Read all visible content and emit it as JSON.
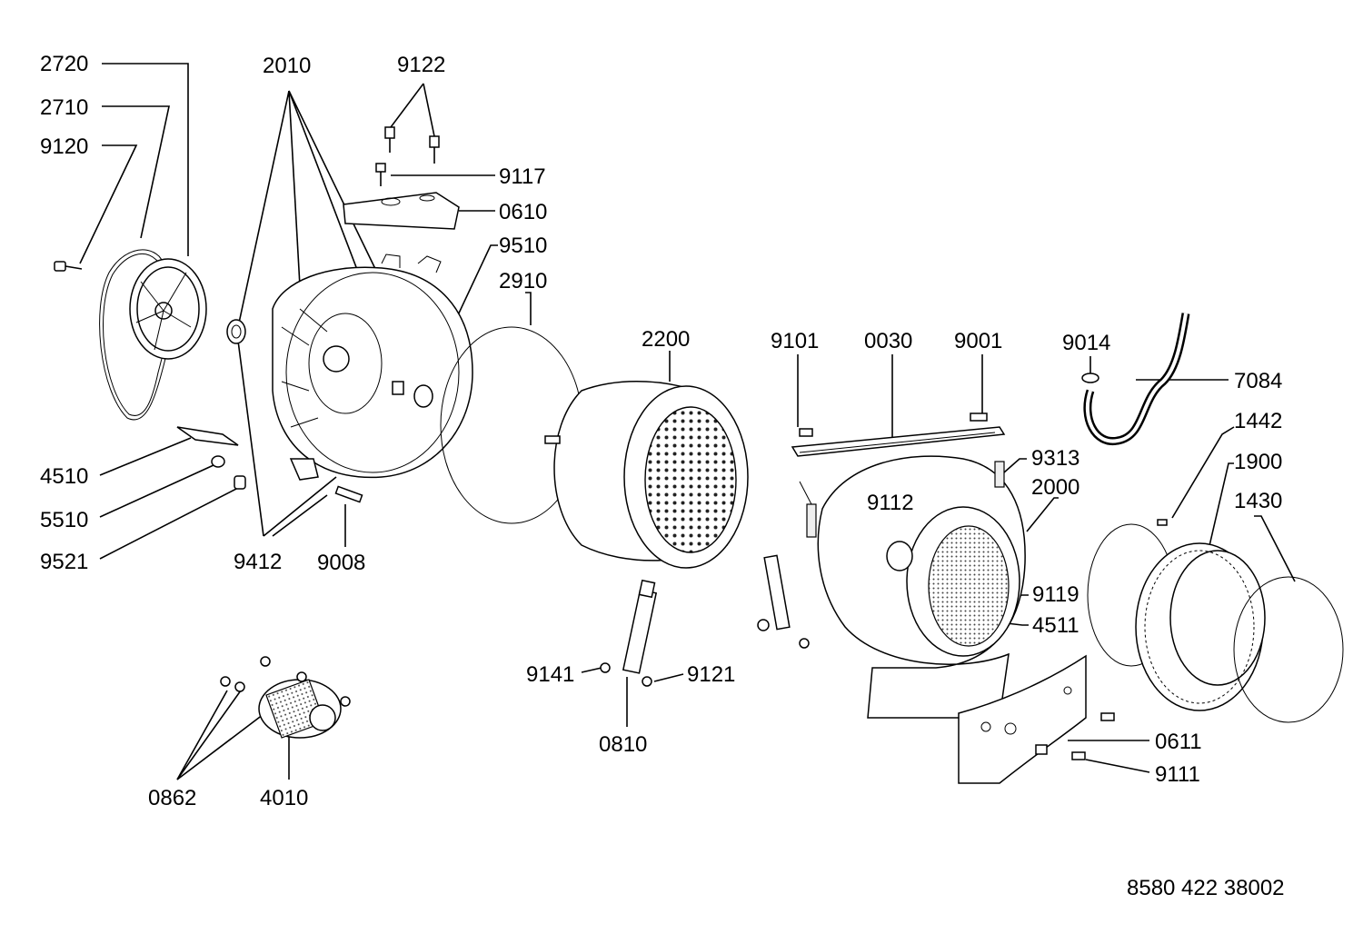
{
  "labels": {
    "p2720": "2720",
    "p2710": "2710",
    "p9120": "9120",
    "p2010": "2010",
    "p9122": "9122",
    "p9117": "9117",
    "p0610": "0610",
    "p9510": "9510",
    "p2910": "2910",
    "p2200": "2200",
    "p9101": "9101",
    "p0030": "0030",
    "p9001": "9001",
    "p9014": "9014",
    "p7084": "7084",
    "p1442": "1442",
    "p1900": "1900",
    "p1430": "1430",
    "p9313": "9313",
    "p2000": "2000",
    "p9112": "9112",
    "p9119": "9119",
    "p4511": "4511",
    "p4510": "4510",
    "p5510": "5510",
    "p9521": "9521",
    "p9412": "9412",
    "p9008": "9008",
    "p9141": "9141",
    "p9121": "9121",
    "p0810": "0810",
    "p0862": "0862",
    "p4010": "4010",
    "p0611": "0611",
    "p9111": "9111"
  },
  "doc_number": "8580 422 38002"
}
